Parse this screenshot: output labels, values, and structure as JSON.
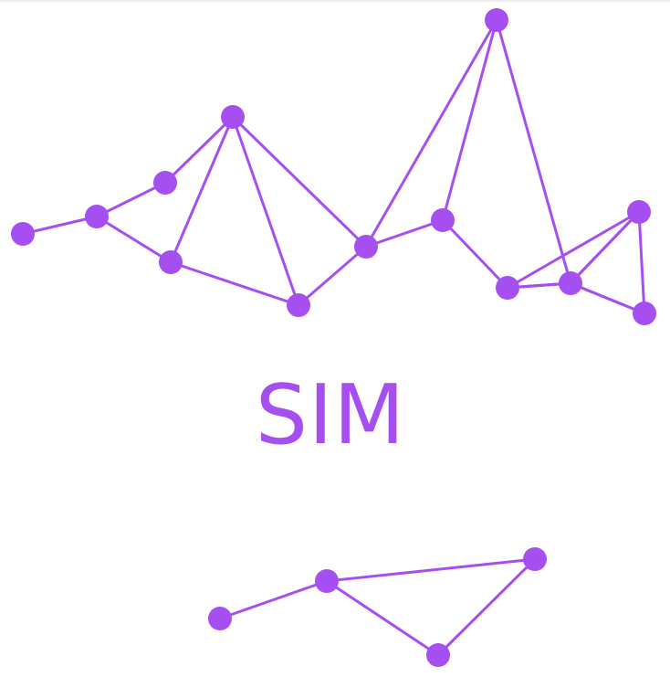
{
  "logo": {
    "wordmark": "SIM"
  },
  "colors": {
    "accent": "#a54ff0",
    "rule": "#eeeeee"
  },
  "network": {
    "nodes": [
      {
        "id": "n1"
      },
      {
        "id": "n2"
      },
      {
        "id": "n3"
      },
      {
        "id": "n4"
      },
      {
        "id": "n5"
      },
      {
        "id": "n6"
      },
      {
        "id": "n7"
      },
      {
        "id": "n8"
      },
      {
        "id": "n9"
      },
      {
        "id": "n10"
      },
      {
        "id": "n11"
      },
      {
        "id": "n12"
      },
      {
        "id": "n13"
      },
      {
        "id": "n14"
      },
      {
        "id": "b1"
      },
      {
        "id": "b2"
      },
      {
        "id": "b3"
      },
      {
        "id": "b4"
      }
    ],
    "edges": [
      [
        "n1",
        "n2"
      ],
      [
        "n2",
        "n3"
      ],
      [
        "n3",
        "n4"
      ],
      [
        "n2",
        "n5"
      ],
      [
        "n5",
        "n4"
      ],
      [
        "n4",
        "n6"
      ],
      [
        "n5",
        "n6"
      ],
      [
        "n4",
        "n7"
      ],
      [
        "n6",
        "n7"
      ],
      [
        "n7",
        "n8"
      ],
      [
        "n7",
        "n9"
      ],
      [
        "n8",
        "n9"
      ],
      [
        "n9",
        "n11"
      ],
      [
        "n8",
        "n10"
      ],
      [
        "n10",
        "n11"
      ],
      [
        "n11",
        "n12"
      ],
      [
        "n12",
        "n13"
      ],
      [
        "n11",
        "n13"
      ],
      [
        "n13",
        "n14"
      ],
      [
        "b1",
        "b2"
      ],
      [
        "b2",
        "b3"
      ],
      [
        "b2",
        "b4"
      ],
      [
        "b3",
        "b4"
      ]
    ]
  }
}
